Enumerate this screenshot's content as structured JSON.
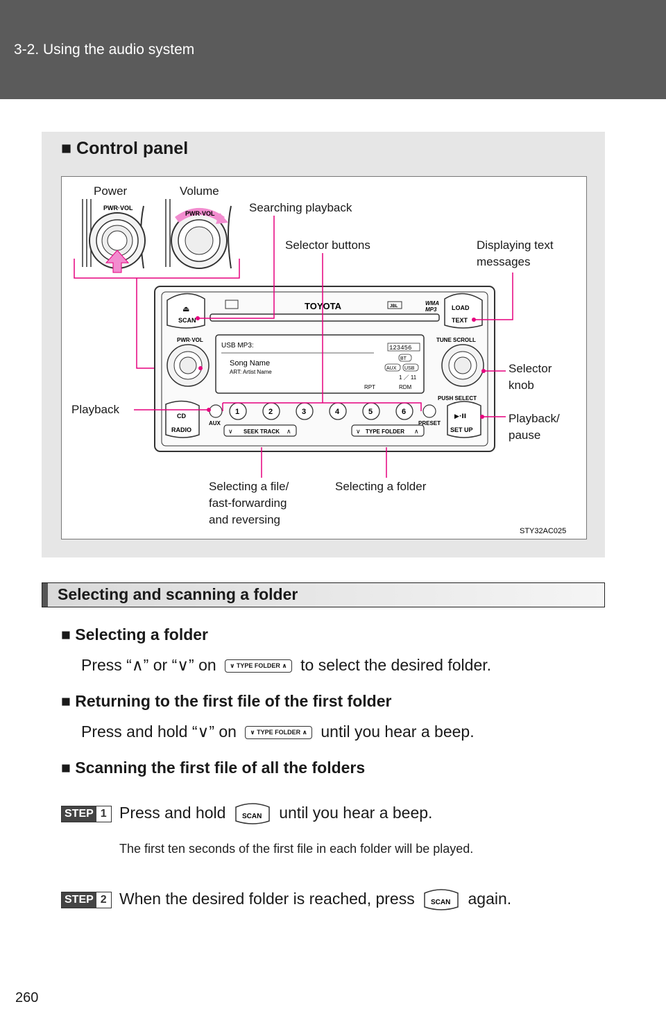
{
  "header": {
    "title": "3-2. Using the audio system"
  },
  "panel": {
    "heading": "■ Control panel",
    "labels": {
      "power": "Power",
      "volume": "Volume",
      "searching_playback": "Searching playback",
      "selector_buttons": "Selector buttons",
      "displaying_text_1": "Displaying text",
      "displaying_text_2": "messages",
      "selector_knob_1": "Selector",
      "selector_knob_2": "knob",
      "playback": "Playback",
      "playback_pause_1": "Playback/",
      "playback_pause_2": "pause",
      "selecting_file_1": "Selecting a file/",
      "selecting_file_2": "fast-forwarding",
      "selecting_file_3": "and reversing",
      "selecting_folder": "Selecting a folder",
      "figure_code": "STY32AC025"
    },
    "device": {
      "brand": "TOYOTA",
      "pwr_vol": "PWR·VOL",
      "scan": "SCAN",
      "load": "LOAD",
      "text": "TEXT",
      "tune_scroll": "TUNE SCROLL",
      "push_select": "PUSH SELECT",
      "cd": "CD",
      "radio": "RADIO",
      "aux": "AUX",
      "preset": "PRESET",
      "set_up": "SET UP",
      "play_pause": "▶·II",
      "seek_track": "SEEK TRACK",
      "type_folder": "TYPE FOLDER",
      "wma": "WMA",
      "mp3": "MP3",
      "jbl": "JBL",
      "display": {
        "line1": "USB MP3:",
        "line2": "Song Name",
        "line3": "ART:  Artist Name",
        "preset_nums": "123456",
        "bt": "BT",
        "aux": "AUX",
        "usb": "USB",
        "track": "1 ／ 11",
        "rpt": "RPT",
        "rdm": "RDM"
      },
      "presets": [
        "1",
        "2",
        "3",
        "4",
        "5",
        "6"
      ]
    }
  },
  "section": {
    "title": "Selecting and scanning a folder"
  },
  "items": [
    {
      "heading": "■ Selecting a folder",
      "text_a": "Press “∧” or “∨” on",
      "text_b": "to select the desired folder.",
      "button": "TYPE FOLDER"
    },
    {
      "heading": "■ Returning to the first file of the first folder",
      "text_a": "Press and hold “∨” on",
      "text_b": "until you hear a beep.",
      "button": "TYPE FOLDER"
    },
    {
      "heading": "■ Scanning the first file of all the folders"
    }
  ],
  "steps": [
    {
      "label": "STEP",
      "num": "1",
      "text_a": "Press and hold",
      "text_b": "until you hear a beep.",
      "button": "SCAN",
      "note": "The first ten seconds of the first file in each folder will be played."
    },
    {
      "label": "STEP",
      "num": "2",
      "text_a": "When the desired folder is reached, press",
      "text_b": "again.",
      "button": "SCAN"
    }
  ],
  "footer": {
    "page_number": "260"
  },
  "colors": {
    "leader": "#e6007e",
    "header_bg": "#5b5b5b",
    "panel_bg": "#e6e6e6"
  }
}
